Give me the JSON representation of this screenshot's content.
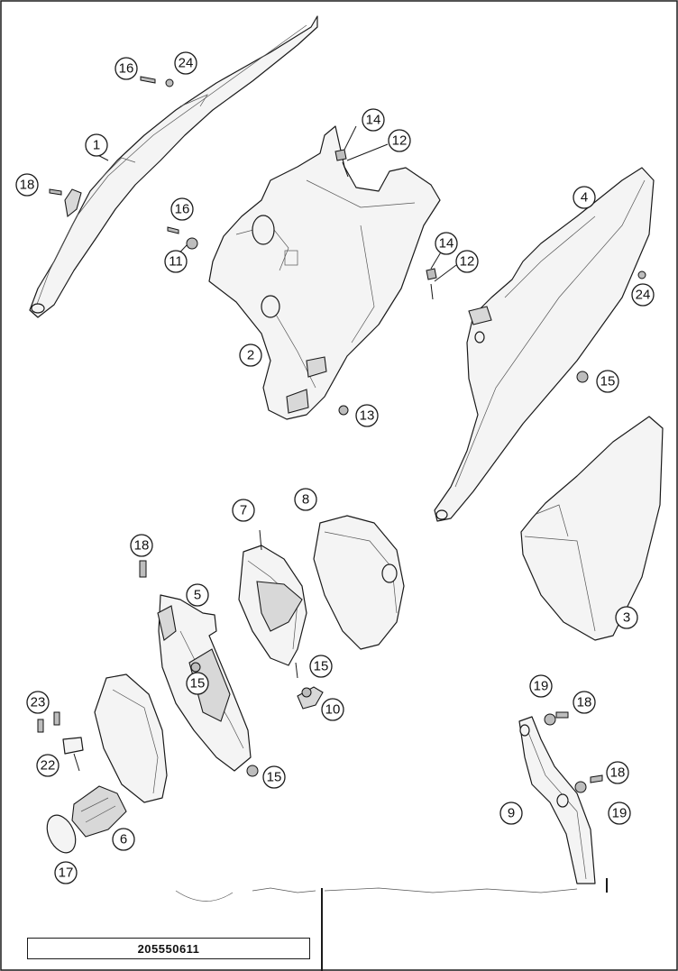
{
  "document_number": "205550611",
  "callouts": [
    {
      "id": "callout-16-top",
      "label": "16"
    },
    {
      "id": "callout-24-top",
      "label": "24"
    },
    {
      "id": "callout-1",
      "label": "1"
    },
    {
      "id": "callout-18-top",
      "label": "18"
    },
    {
      "id": "callout-16-mid",
      "label": "16"
    },
    {
      "id": "callout-11",
      "label": "11"
    },
    {
      "id": "callout-14-top",
      "label": "14"
    },
    {
      "id": "callout-12-top",
      "label": "12"
    },
    {
      "id": "callout-14-mid",
      "label": "14"
    },
    {
      "id": "callout-12-mid",
      "label": "12"
    },
    {
      "id": "callout-2",
      "label": "2"
    },
    {
      "id": "callout-13",
      "label": "13"
    },
    {
      "id": "callout-4",
      "label": "4"
    },
    {
      "id": "callout-24-right",
      "label": "24"
    },
    {
      "id": "callout-15-right",
      "label": "15"
    },
    {
      "id": "callout-3",
      "label": "3"
    },
    {
      "id": "callout-7",
      "label": "7"
    },
    {
      "id": "callout-8",
      "label": "8"
    },
    {
      "id": "callout-18-mid",
      "label": "18"
    },
    {
      "id": "callout-5",
      "label": "5"
    },
    {
      "id": "callout-15-box",
      "label": "15"
    },
    {
      "id": "callout-15-filter",
      "label": "15"
    },
    {
      "id": "callout-10",
      "label": "10"
    },
    {
      "id": "callout-23",
      "label": "23"
    },
    {
      "id": "callout-22",
      "label": "22"
    },
    {
      "id": "callout-6",
      "label": "6"
    },
    {
      "id": "callout-17",
      "label": "17"
    },
    {
      "id": "callout-15-bottom",
      "label": "15"
    },
    {
      "id": "callout-19-top",
      "label": "19"
    },
    {
      "id": "callout-18-right-top",
      "label": "18"
    },
    {
      "id": "callout-18-right-bottom",
      "label": "18"
    },
    {
      "id": "callout-19-bottom",
      "label": "19"
    },
    {
      "id": "callout-9",
      "label": "9"
    }
  ]
}
